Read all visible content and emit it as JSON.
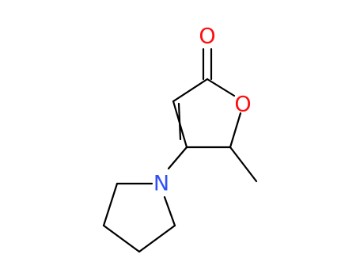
{
  "molecule": {
    "atoms": {
      "carbonyl_oxygen": {
        "symbol": "O",
        "color": "#ff0d0d"
      },
      "ring_oxygen": {
        "symbol": "O",
        "color": "#ff0d0d"
      },
      "nitrogen": {
        "symbol": "N",
        "color": "#3050f8"
      }
    },
    "bond_color": "#000000"
  }
}
